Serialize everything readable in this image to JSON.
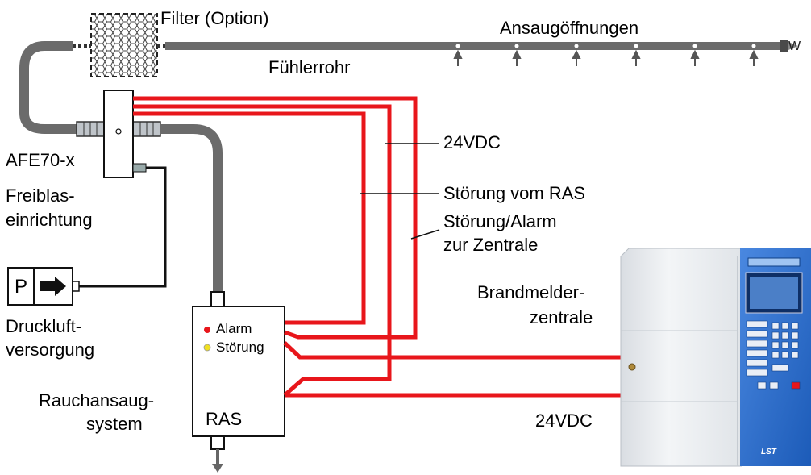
{
  "labels": {
    "filter": "Filter (Option)",
    "ansaug": "Ansaugöffnungen",
    "fuehlerrohr": "Fühlerrohr",
    "afe": "AFE70-x",
    "freiblas_1": "Freiblas-",
    "freiblas_2": "einrichtung",
    "vdc_top": "24VDC",
    "stoerung_ras": "Störung vom RAS",
    "stoerung_alarm_1": "Störung/Alarm",
    "stoerung_alarm_2": "zur Zentrale",
    "druck_1": "Druckluft-",
    "druck_2": "versorgung",
    "p_label": "P",
    "brand_1": "Brandmelder-",
    "brand_2": "zentrale",
    "rauch_1": "Rauchansaug-",
    "rauch_2": "system",
    "ras": "RAS",
    "alarm": "Alarm",
    "stoerung": "Störung",
    "vdc_bottom": "24VDC",
    "lst": "LST",
    "end_cap": "W"
  },
  "colors": {
    "pipe": "#6b6b6b",
    "wire": "#e8161b",
    "alarm_led": "#e8161b",
    "fault_led": "#f0e020",
    "panel_blue": "#2a6fd0",
    "cabinet": "#e9ecef"
  }
}
